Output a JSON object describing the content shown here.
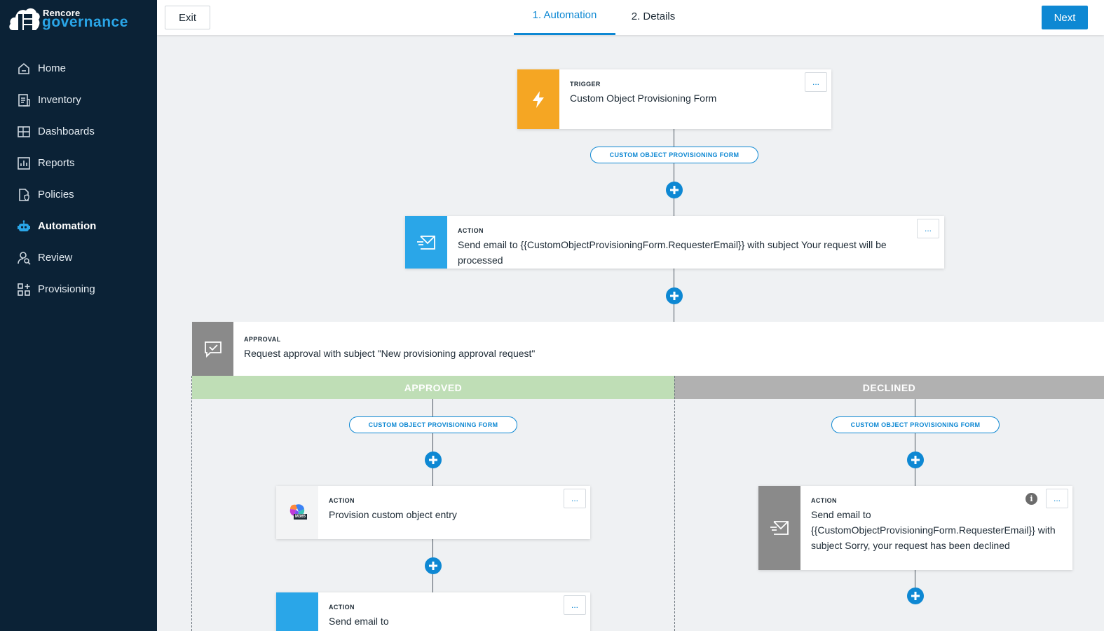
{
  "brand": {
    "top": "Rencore",
    "main": "governance"
  },
  "nav": [
    {
      "label": "Home",
      "icon": "home-icon"
    },
    {
      "label": "Inventory",
      "icon": "inventory-icon"
    },
    {
      "label": "Dashboards",
      "icon": "dashboards-icon"
    },
    {
      "label": "Reports",
      "icon": "reports-icon"
    },
    {
      "label": "Policies",
      "icon": "policies-icon"
    },
    {
      "label": "Automation",
      "icon": "robot-icon",
      "active": true
    },
    {
      "label": "Review",
      "icon": "review-icon"
    },
    {
      "label": "Provisioning",
      "icon": "provisioning-icon"
    }
  ],
  "topbar": {
    "exit_label": "Exit",
    "tabs": [
      {
        "label": "1. Automation",
        "active": true
      },
      {
        "label": "2. Details"
      }
    ],
    "next_label": "Next"
  },
  "flow": {
    "trigger": {
      "kind": "TRIGGER",
      "text": "Custom Object Provisioning Form",
      "color": "#f5a623"
    },
    "pill_label": "CUSTOM OBJECT PROVISIONING FORM",
    "action_email": {
      "kind": "ACTION",
      "text": "Send email to {{CustomObjectProvisioningForm.RequesterEmail}} with subject Your request will be processed",
      "color": "#2aa6e8"
    },
    "approval": {
      "kind": "APPROVAL",
      "text": "Request approval with subject \"New provisioning approval request\""
    },
    "approved": {
      "header": "APPROVED",
      "pill_label": "CUSTOM OBJECT PROVISIONING FORM",
      "action_provision": {
        "kind": "ACTION",
        "text": "Provision custom object entry",
        "badge": "M365"
      },
      "action_email": {
        "kind": "ACTION",
        "text": "Send email to"
      }
    },
    "declined": {
      "header": "DECLINED",
      "pill_label": "CUSTOM OBJECT PROVISIONING FORM",
      "action_email": {
        "kind": "ACTION",
        "text": "Send email to {{CustomObjectProvisioningForm.RequesterEmail}} with subject Sorry, your request has been declined"
      }
    },
    "more_label": "...",
    "info_label": "i"
  },
  "colors": {
    "accent": "#0e88d3",
    "sidebar": "#0b2236",
    "approved": "#bfdeb6",
    "declined": "#b1b1b1"
  }
}
